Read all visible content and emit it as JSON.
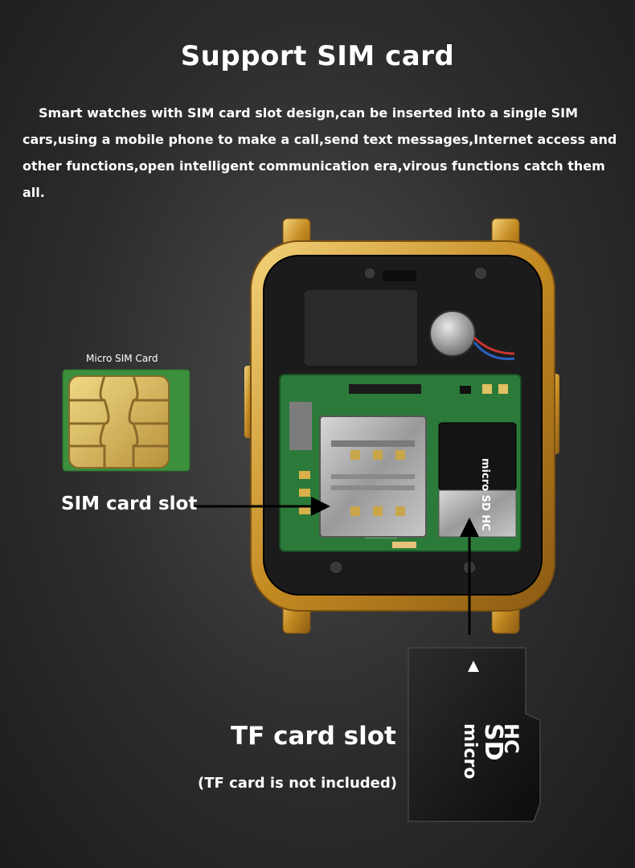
{
  "header": {
    "title": "Support SIM card",
    "description": "Smart watches with SIM card slot design,can be inserted into a single SIM cars,using a mobile phone to make a call,send text messages,Internet access and other functions,open intelligent communication era,virous functions catch them all."
  },
  "sim_card": {
    "caption": "Micro SIM Card"
  },
  "labels": {
    "sim_slot": "SIM card slot",
    "tf_slot": "TF card slot",
    "tf_note": "(TF card is not included)"
  },
  "micro_sd": {
    "line1": "micro",
    "line2": "SD",
    "line3": "HC",
    "small_logo": "micro SD HC"
  },
  "colors": {
    "gold": "#d9a63a",
    "pcb_green": "#2c7a3a",
    "sim_green": "#3c8f3c",
    "chip_gold": "#d9b85a"
  }
}
